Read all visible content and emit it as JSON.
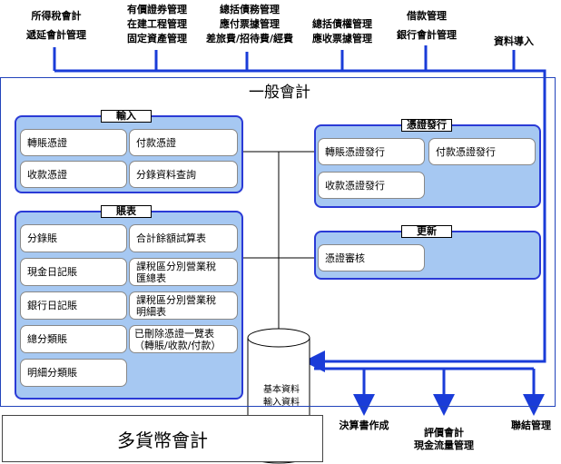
{
  "top_modules": {
    "m1": [
      "所得稅會計",
      "遞延會計管理"
    ],
    "m2": [
      "有價證券管理",
      "在建工程管理",
      "固定資產管理"
    ],
    "m3": [
      "總括債務管理",
      "應付票據管理",
      "差旅費/招待費/經費"
    ],
    "m4": [
      "總括債權管理",
      "應收票據管理"
    ],
    "m5": [
      "借款管理",
      "銀行會計管理"
    ],
    "m6": [
      "資料導入"
    ]
  },
  "main": {
    "title": "一般會計"
  },
  "input_panel": {
    "label": "輸入",
    "items": [
      "轉賬憑證",
      "付款憑證",
      "收款憑證",
      "分錄資料查詢"
    ]
  },
  "ledger_panel": {
    "label": "賬表",
    "items": [
      "分錄賬",
      "合計餘額試算表",
      "現金日記賬",
      "課稅區分別營業稅匯總表",
      "銀行日記賬",
      "課稅區分別營業稅明細表",
      "總分類賬",
      "已刪除憑證一覽表（轉賬/收款/付款）",
      "明細分類賬"
    ],
    "split": {
      "tax_summary": [
        "課稅區分別營業稅",
        "匯總表"
      ],
      "tax_detail": [
        "課稅區分別營業稅",
        "明細表"
      ],
      "deleted": [
        "已刪除憑證一覽表",
        "（轉賬/收款/付款）"
      ]
    }
  },
  "voucher_panel": {
    "label": "憑證發行",
    "items": [
      "轉賬憑證發行",
      "付款憑證發行",
      "收款憑證發行"
    ]
  },
  "update_panel": {
    "label": "更新",
    "items": [
      "憑證審核"
    ]
  },
  "database": {
    "lines": [
      "基本資料",
      "輸入資料"
    ]
  },
  "bottom_modules": {
    "b1": [
      "決算書作成"
    ],
    "b2": [
      "評價會計",
      "現金流量管理"
    ],
    "b3": [
      "聯結管理"
    ]
  },
  "multi_currency": "多貨幣會計",
  "colors": {
    "panel_fill": "#a6c8f2",
    "panel_border": "#2a3ad6",
    "connector": "#1a3cd8"
  }
}
